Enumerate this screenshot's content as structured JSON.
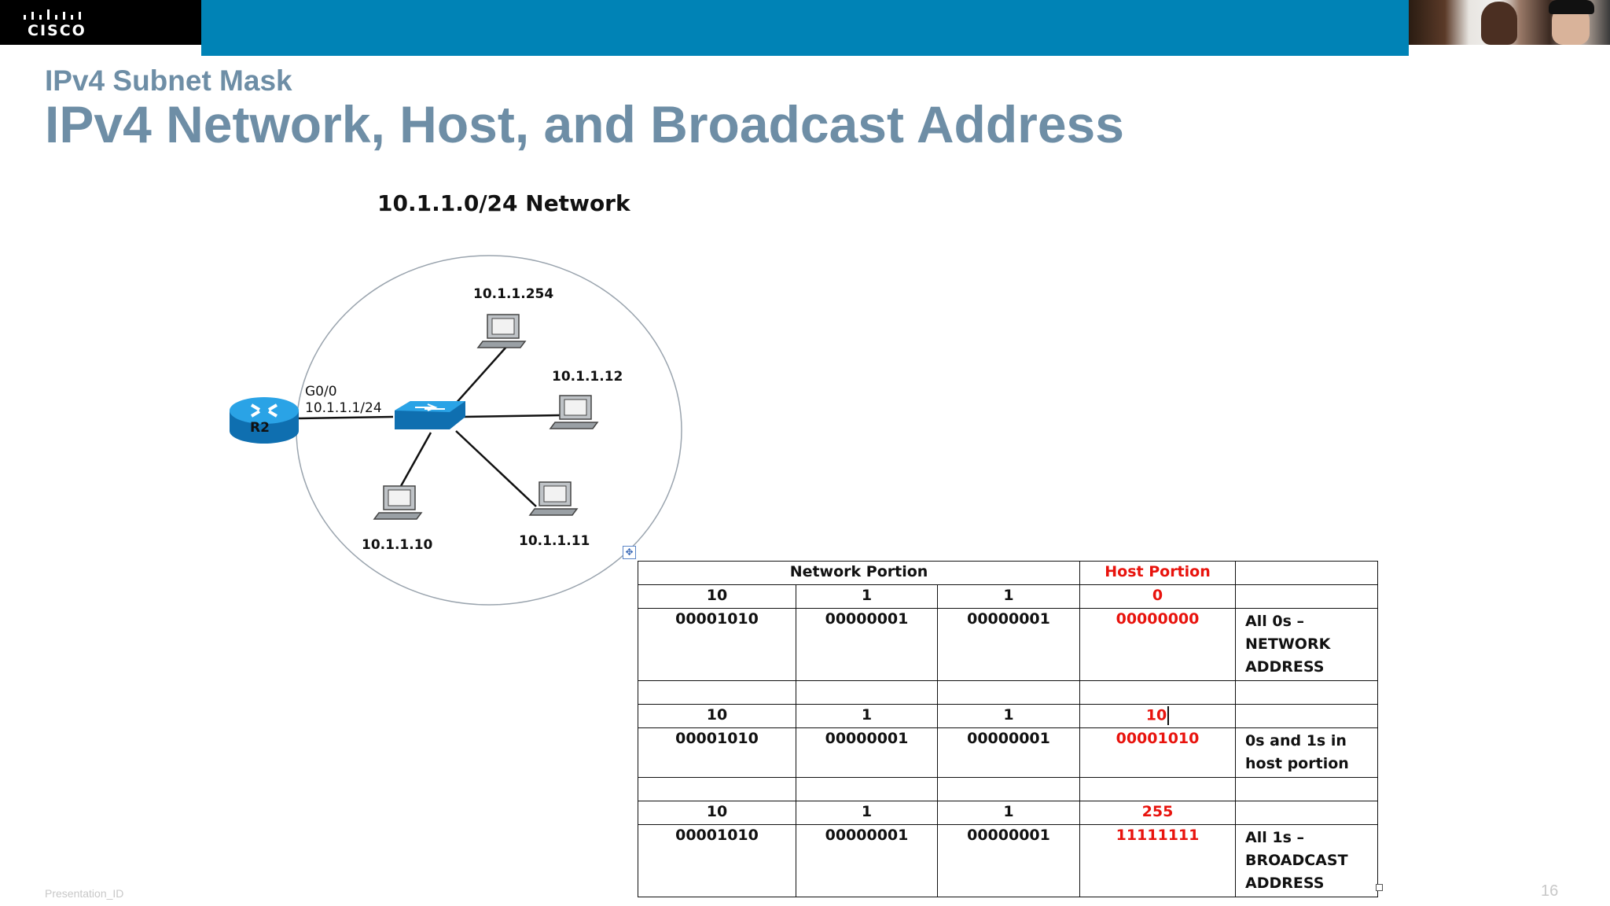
{
  "brand": {
    "logo_text": "CISCO"
  },
  "slide": {
    "subtitle": "IPv4 Subnet Mask",
    "title": "IPv4 Network, Host, and Broadcast Address",
    "footer_id": "Presentation_ID",
    "page_number": "16"
  },
  "diagram": {
    "network_label": "10.1.1.0/24 Network",
    "router_label": "R2",
    "router_interface": "G0/0",
    "router_ip": "10.1.1.1/24",
    "hosts": [
      "10.1.1.254",
      "10.1.1.12",
      "10.1.1.11",
      "10.1.1.10"
    ]
  },
  "table": {
    "header": {
      "network_portion": "Network Portion",
      "host_portion": "Host Portion"
    },
    "groups": [
      {
        "decimal": [
          "10",
          "1",
          "1",
          "0"
        ],
        "binary": [
          "00001010",
          "00000001",
          "00000001",
          "00000000"
        ],
        "description": [
          "All 0s –",
          "NETWORK",
          "ADDRESS"
        ]
      },
      {
        "decimal": [
          "10",
          "1",
          "1",
          "10"
        ],
        "binary": [
          "00001010",
          "00000001",
          "00000001",
          "00001010"
        ],
        "description": [
          "0s and 1s in",
          "host portion"
        ]
      },
      {
        "decimal": [
          "10",
          "1",
          "1",
          "255"
        ],
        "binary": [
          "00001010",
          "00000001",
          "00000001",
          "11111111"
        ],
        "description": [
          "All 1s –",
          "BROADCAST",
          "ADDRESS"
        ]
      }
    ]
  },
  "colors": {
    "title": "#6e8ea6",
    "band": "#0083b6",
    "host_red": "#e8130d",
    "router": "#1e8fd4"
  },
  "icons": [
    "cisco-logo-icon",
    "router-icon",
    "switch-icon",
    "pc-icon",
    "table-move-icon"
  ]
}
